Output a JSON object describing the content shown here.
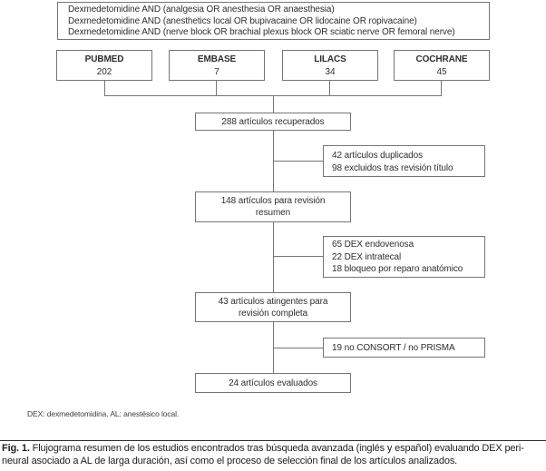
{
  "colors": {
    "background": "#ffffff",
    "border": "#757575",
    "text": "#2e2e2e"
  },
  "search_box": {
    "lines": [
      "Dexmedetomidine AND (analgesia OR anesthesia OR anaesthesia)",
      "Dexmedetomidine AND (anesthetics local OR bupivacaine OR lidocaine OR ropivacaine)",
      "Dexmedetomidine AND (nerve block OR brachial plexus block OR sciatic nerve OR femoral nerve)"
    ]
  },
  "databases": [
    {
      "name": "PUBMED",
      "count": "202"
    },
    {
      "name": "EMBASE",
      "count": "7"
    },
    {
      "name": "LILACS",
      "count": "34"
    },
    {
      "name": "COCHRANE",
      "count": "45"
    }
  ],
  "main_nodes": {
    "retrieved": {
      "lines": [
        "288 artículos recuperados"
      ]
    },
    "abstract_review": {
      "lines": [
        "148 artículos para revisión",
        "resumen"
      ]
    },
    "full_review": {
      "lines": [
        "43 artículos atingentes para",
        "revisión completa"
      ]
    },
    "evaluated": {
      "lines": [
        "24 artículos evaluados"
      ]
    }
  },
  "exclusions": [
    {
      "lines": [
        "42 artículos duplicados",
        "98 excluidos tras revisión título"
      ]
    },
    {
      "lines": [
        "65 DEX endovenosa",
        "22 DEX intratecal",
        "18 bloqueo por reparo anatómico"
      ]
    },
    {
      "lines": [
        "19 no CONSORT / no PRISMA"
      ]
    }
  ],
  "footnote": "DEX: dexmedetomidina. AL: anestésico local.",
  "caption": {
    "label": "Fig. 1.",
    "line1": "Flujograma resumen de los estudios encontrados tras búsqueda avanzada (inglés y español) evaluando DEX peri-",
    "line2": "neural asociado a AL de larga duración, así como el proceso de selección final de los artículos analizados."
  }
}
